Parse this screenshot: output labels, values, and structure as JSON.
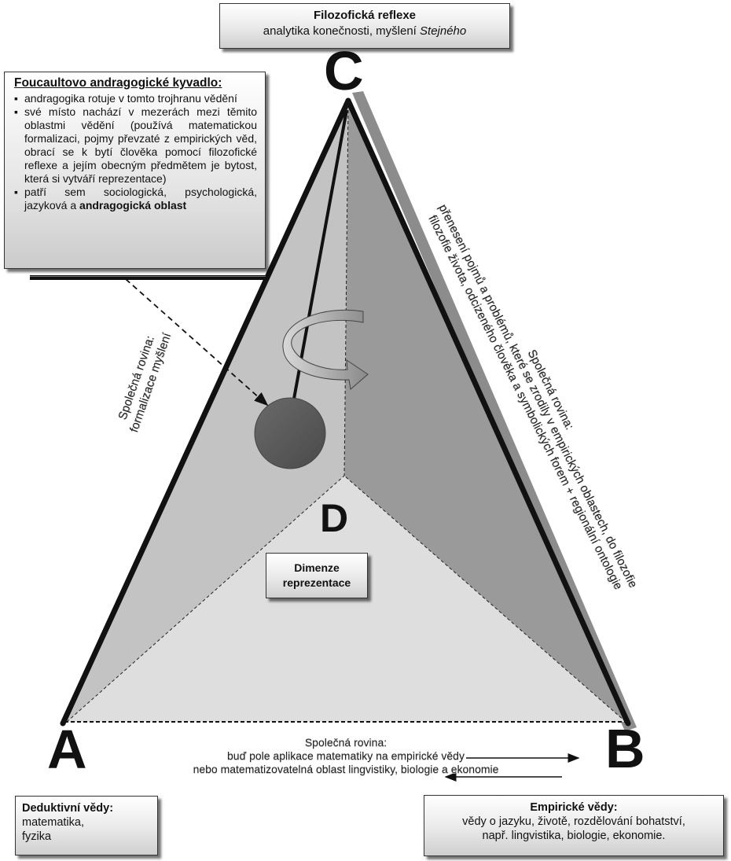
{
  "top_box": {
    "title": "Filozofická reflexe",
    "subtitle_plain": "analytika konečnosti, myšlení ",
    "subtitle_italic": "Stejného"
  },
  "kyvadlo_box": {
    "title": "Foucaultovo andragogické kyvadlo:",
    "items": [
      "andragogika rotuje v tomto trojhranu vědění",
      "své místo nachází v mezerách mezi těmito oblastmi vědění (používá matematickou formalizaci, pojmy převzaté z empirických věd, obrací se k bytí člověka pomocí filozofické reflexe a jejím obecným předmětem je bytost, která si vytváří reprezentace)"
    ],
    "item3_plain": "patří sem sociologická, psychologická, jazyková a ",
    "item3_bold": "andragogická oblast"
  },
  "letters": {
    "a": "A",
    "b": "B",
    "c": "C",
    "d": "D"
  },
  "dimension_box": {
    "line1": "Dimenze",
    "line2": "reprezentace"
  },
  "left_plane": {
    "line1": "Společná rovina:",
    "line2": "formalizace myšlení"
  },
  "right_plane": {
    "line1": "Společná rovina:",
    "line2": "přenesení pojmů a problémů, které se zrodily v empirických oblastech, do filozofie",
    "line3": "filozofie života, odcizeného člověka a symbolických forem + regionální ontologie"
  },
  "bottom_plane": {
    "line1": "Společná rovina:",
    "line2": "buď pole aplikace matematiky na empirické vědy",
    "line3": "nebo matematizovatelná oblast lingvistiky, biologie a ekonomie"
  },
  "deductive_box": {
    "title": "Deduktivní vědy:",
    "line1": "matematika,",
    "line2": "fyzika"
  },
  "empirical_box": {
    "title": "Empirické vědy:",
    "line1": "vědy o jazyku, životě, rozdělování bohatství,",
    "line2": "např. lingvistika, biologie, ekonomie."
  },
  "colors": {
    "left_face": "#c3c3c3",
    "right_face": "#9a9a9a",
    "base_face": "#dedede",
    "shadow": "#8c8c8c",
    "pendulum": "#5c5c5c"
  }
}
